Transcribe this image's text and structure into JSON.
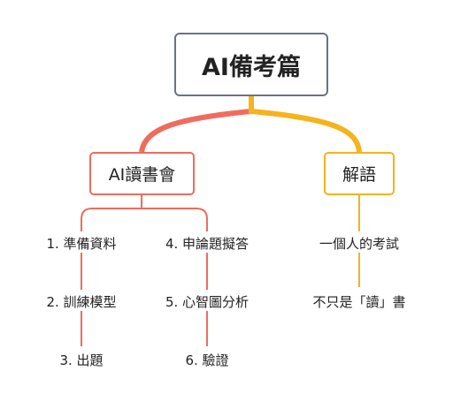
{
  "root": {
    "label": "AI備考篇"
  },
  "branches": [
    {
      "label": "AI讀書會",
      "color": "#ef6c5e",
      "children_left": [
        "1. 準備資料",
        "2. 訓練模型",
        "3. 出題"
      ],
      "children_right": [
        "4. 申論題擬答",
        "5. 心智圖分析",
        "6. 驗證"
      ]
    },
    {
      "label": "解語",
      "color": "#f5b31c",
      "children": [
        "一個人的考試",
        "不只是「讀」書"
      ]
    }
  ]
}
